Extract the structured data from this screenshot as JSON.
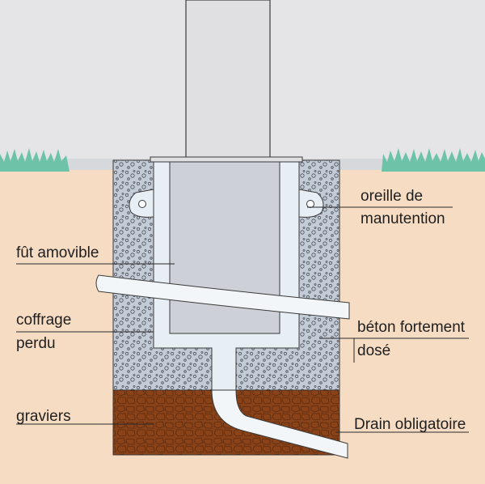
{
  "labels": {
    "oreille_line1": "oreille de",
    "oreille_line2": "manutention",
    "fut": "fût amovible",
    "coffrage_line1": "coffrage",
    "coffrage_line2": "perdu",
    "beton_line1": "béton fortement",
    "beton_line2": "dosé",
    "graviers": "graviers",
    "drain": "Drain obligatoire"
  },
  "colors": {
    "sky": "#e5e5e8",
    "soil": "#f7dcc4",
    "grass": "#6cc3a7",
    "concrete": "#c3cbd6",
    "coffrage": "#e7eef4",
    "post": "#cdd0d6",
    "gravel": "#8a4319",
    "outline": "#3a3a3a"
  }
}
